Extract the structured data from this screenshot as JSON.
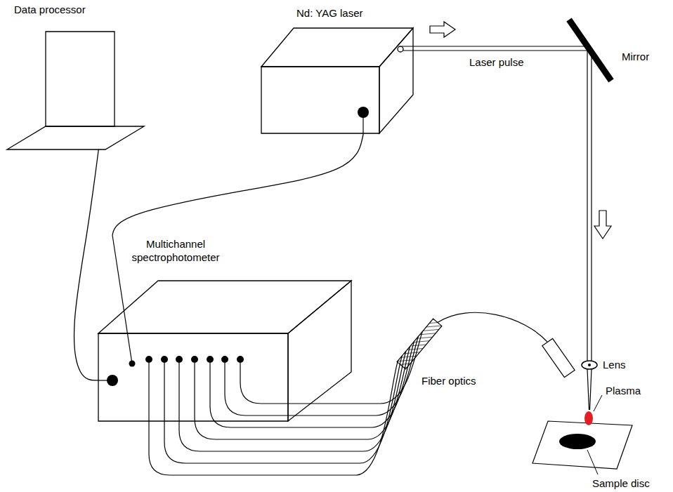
{
  "diagram": {
    "nodes": [
      {
        "text": [
          "Data processor"
        ]
      },
      {
        "text": [
          "Nd: YAG laser"
        ]
      },
      {
        "text": [
          "Multichannel spectrophotometer"
        ]
      }
    ],
    "edges": [
      {
        "from": 0,
        "to": 2,
        "arrow": "none"
      },
      {
        "from": 1,
        "to": 2,
        "arrow": "none"
      }
    ],
    "labels": [
      "Laser pulse",
      "Mirror",
      "Lens",
      "Plasma",
      "Sample disc",
      "Fiber optics"
    ]
  }
}
